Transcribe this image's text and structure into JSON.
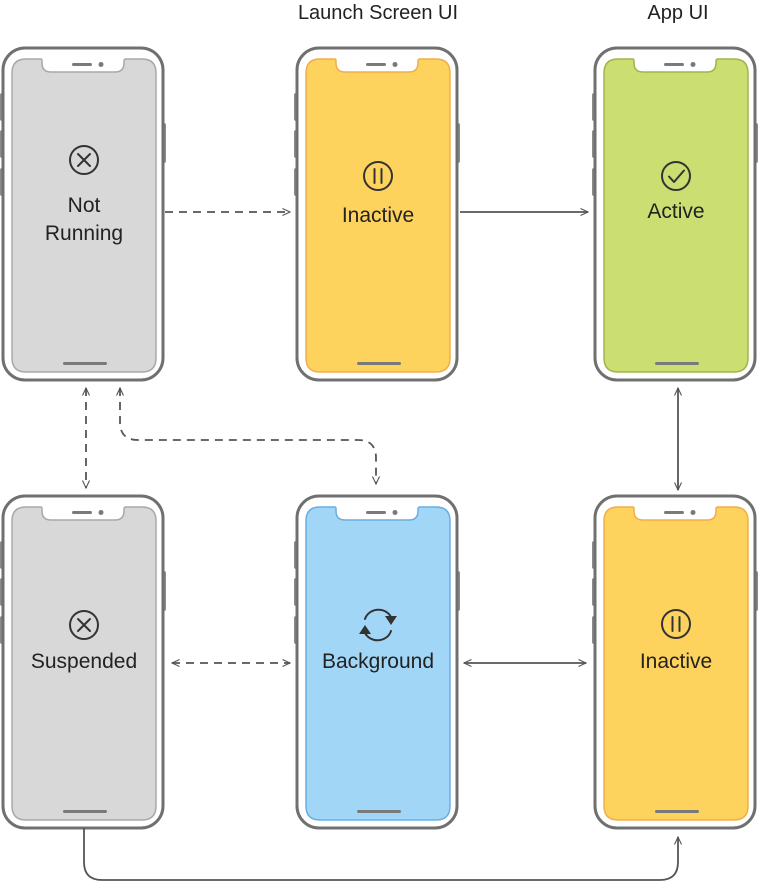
{
  "headings": {
    "launch_screen": "Launch Screen UI",
    "app": "App UI"
  },
  "states": {
    "not_running": "Not\nRunning",
    "launch_inactive": "Inactive",
    "active": "Active",
    "suspended": "Suspended",
    "background": "Background",
    "app_inactive": "Inactive"
  },
  "colors": {
    "gray_screen": "#d8d8d8",
    "yellow_screen": "#fdd35d",
    "green_screen": "#cade72",
    "blue_screen": "#a2d6f7",
    "frame": "#707070",
    "arrow": "#555555"
  },
  "icons": {
    "not_running": "x-circle-icon",
    "launch_inactive": "pause-circle-icon",
    "active": "checkmark-circle-icon",
    "suspended": "x-circle-icon",
    "background": "refresh-arrows-icon",
    "app_inactive": "pause-circle-icon"
  }
}
